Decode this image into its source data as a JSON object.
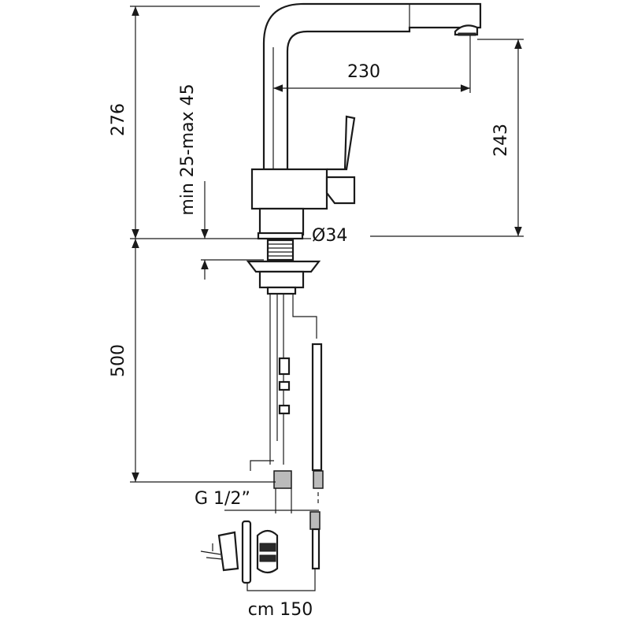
{
  "dimensions": {
    "total_height": "276",
    "spout_reach": "230",
    "spout_height": "243",
    "deck_thickness": "min 25-max 45",
    "hole_diameter": "Ø34",
    "hose_length_below": "500",
    "thread": "G 1/2”",
    "pullout_hose": "cm 150"
  }
}
